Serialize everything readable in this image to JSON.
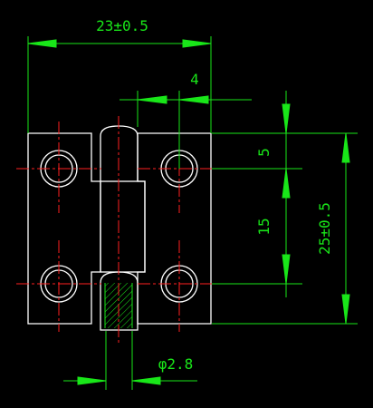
{
  "drawing": {
    "background_color": "#000000",
    "outline_color": "#ffffff",
    "centerline_color": "#ff2020",
    "dimension_color": "#19e619",
    "dimensions": {
      "overall_width": "23±0.5",
      "leaf_offset": "4",
      "top_hole_offset": "5",
      "hole_spacing": "15",
      "overall_height": "25±0.5",
      "pin_diameter": "φ2.8"
    }
  }
}
